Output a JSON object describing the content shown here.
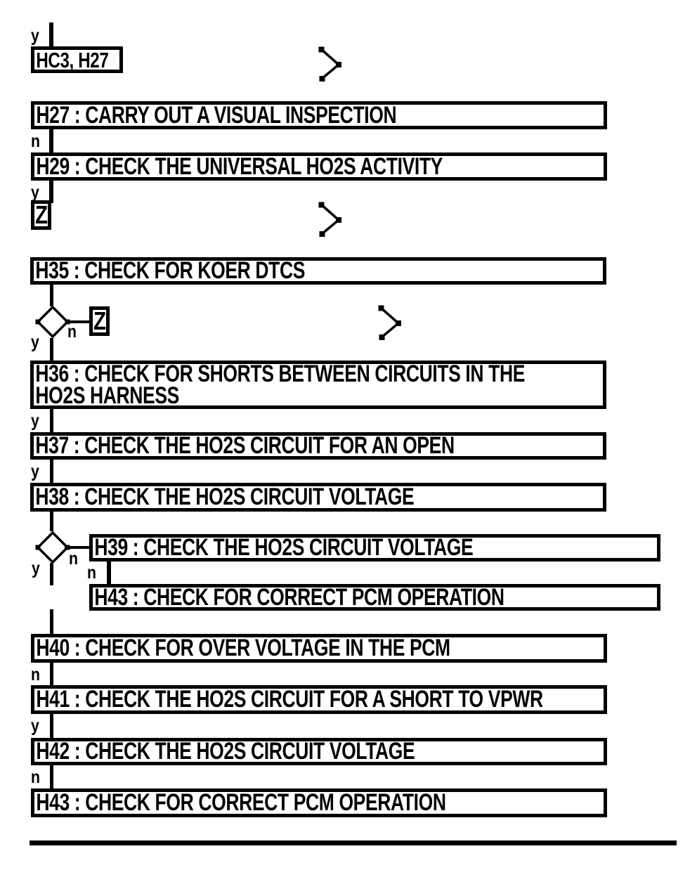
{
  "colors": {
    "ink": "#000000",
    "paper": "#ffffff"
  },
  "flowchart": {
    "start": {
      "label": "HC3, H27"
    },
    "connectors_offpage": {
      "z1": "Z",
      "z2": "Z"
    },
    "branches": {
      "top": "y",
      "h27": "n",
      "h29": "y",
      "d1_right": "n",
      "d1_down": "y",
      "h36": "y",
      "h37": "y",
      "d2_right": "n",
      "h39": "n",
      "d2_down": "y",
      "h40": "n",
      "h41": "y",
      "h42": "n"
    },
    "boxes": {
      "h27": {
        "lines": [
          "H27 : CARRY OUT A VISUAL INSPECTION"
        ]
      },
      "h29": {
        "lines": [
          "H29 : CHECK THE UNIVERSAL HO2S ACTIVITY"
        ]
      },
      "h35": {
        "lines": [
          "H35 : CHECK FOR KOER DTCS"
        ]
      },
      "h36": {
        "lines": [
          "H36 : CHECK FOR SHORTS BETWEEN CIRCUITS IN THE",
          "HO2S HARNESS"
        ]
      },
      "h37": {
        "lines": [
          "H37 : CHECK THE HO2S CIRCUIT FOR AN OPEN"
        ]
      },
      "h38": {
        "lines": [
          "H38 : CHECK THE HO2S CIRCUIT VOLTAGE"
        ]
      },
      "h39": {
        "lines": [
          "H39 : CHECK THE HO2S CIRCUIT VOLTAGE"
        ]
      },
      "h43a": {
        "lines": [
          "H43 : CHECK FOR CORRECT PCM OPERATION"
        ]
      },
      "h40": {
        "lines": [
          "H40 : CHECK FOR OVER VOLTAGE IN THE PCM"
        ]
      },
      "h41": {
        "lines": [
          "H41 : CHECK THE HO2S CIRCUIT FOR A SHORT TO VPWR"
        ]
      },
      "h42": {
        "lines": [
          "H42 : CHECK THE HO2S CIRCUIT VOLTAGE"
        ]
      },
      "h43b": {
        "lines": [
          "H43 : CHECK FOR CORRECT PCM OPERATION"
        ]
      }
    }
  }
}
